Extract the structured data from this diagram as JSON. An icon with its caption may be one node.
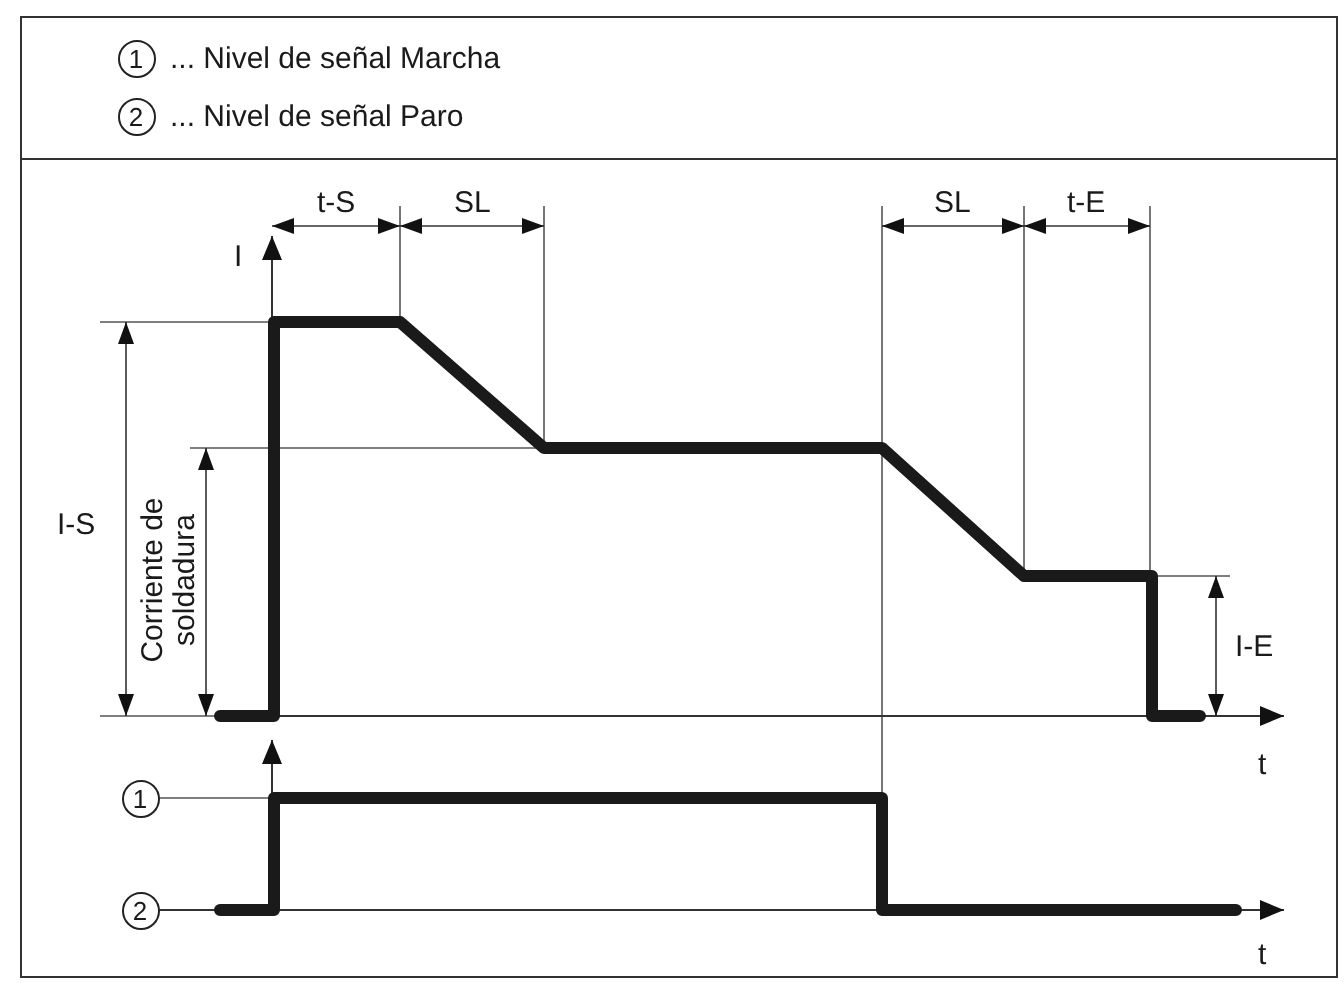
{
  "diagram": {
    "labels": [
      "1",
      "... Nivel de señal Marcha",
      "2",
      "... Nivel de señal Paro",
      "t-S",
      "SL",
      "SL",
      "t-E",
      "I",
      "I-S",
      "Corriente de soldadura",
      "I-E",
      "t",
      "1",
      "2",
      "t"
    ]
  }
}
